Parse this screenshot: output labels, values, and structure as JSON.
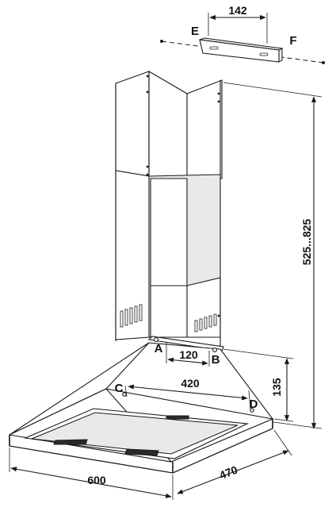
{
  "diagram": {
    "dimensions": {
      "bracket_width": "142",
      "chimney_height": "525...825",
      "hole_spacing_ab": "120",
      "hole_spacing_cd": "420",
      "hood_height": "135",
      "width": "600",
      "depth": "470"
    },
    "points": {
      "a": "A",
      "b": "B",
      "c": "C",
      "d": "D",
      "e": "E",
      "f": "F"
    }
  }
}
